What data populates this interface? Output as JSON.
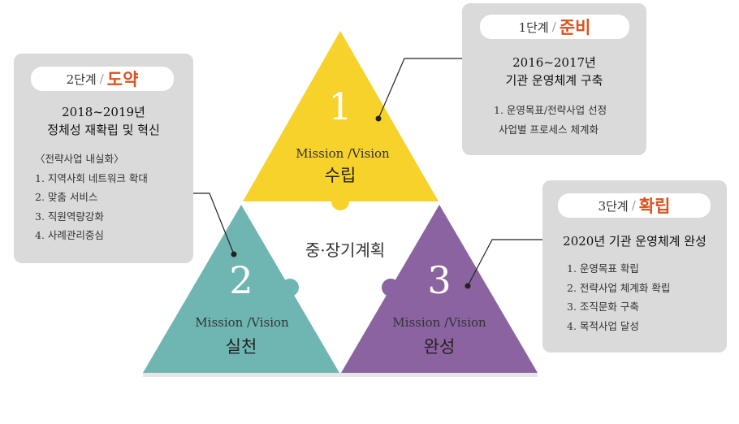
{
  "center_label": "중·장기계획",
  "triangles": {
    "top": {
      "number": "1",
      "mission": "Mission /Vision",
      "title": "수립",
      "color": "#f7d22a"
    },
    "left": {
      "number": "2",
      "mission": "Mission /Vision",
      "title": "실천",
      "color": "#6fb6b3"
    },
    "right": {
      "number": "3",
      "mission": "Mission /Vision",
      "title": "완성",
      "color": "#8b63a0"
    }
  },
  "cards": {
    "stage1": {
      "pill_stage": "1단계",
      "pill_sep": "/",
      "pill_accent": "준비",
      "heading": [
        "2016~2017년",
        "기관 운영체계 구축"
      ],
      "items": [
        "1. 운영목표/전략사업 선정",
        "사업별 프로세스 체계화"
      ]
    },
    "stage2": {
      "pill_stage": "2단계",
      "pill_sep": "/",
      "pill_accent": "도약",
      "heading": [
        "2018~2019년",
        "정체성 재확립 및 혁신"
      ],
      "items": [
        "〈전략사업 내실화〉",
        "1. 지역사회 네트워크 확대",
        "2. 맞춤 서비스",
        "3. 직원역량강화",
        "4. 사례관리중심"
      ]
    },
    "stage3": {
      "pill_stage": "3단계",
      "pill_sep": "/",
      "pill_accent": "확립",
      "heading": [
        "2020년 기관 운영체계 완성"
      ],
      "items": [
        "1. 운영목표 확립",
        "2. 전략사업 체계화 확립",
        "3. 조직문화 구축",
        "4. 목적사업 달성"
      ]
    }
  },
  "colors": {
    "accent": "#d9531e",
    "card_bg": "#dadada",
    "base_line": "#e6e6e6"
  }
}
